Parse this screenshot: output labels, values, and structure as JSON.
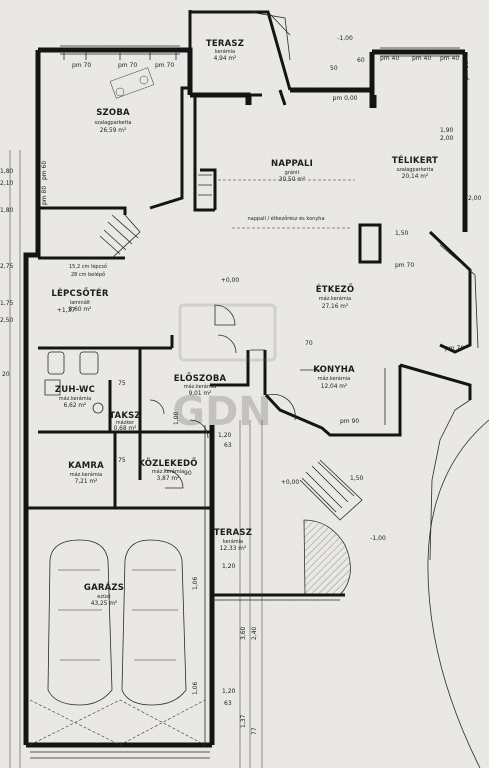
{
  "rooms": {
    "szoba": {
      "name": "SZOBA",
      "floor": "szalagparketta",
      "area": "26,59 m²"
    },
    "terasz_top": {
      "name": "TERASZ",
      "floor": "kerámia",
      "area": "4,94 m²"
    },
    "nappali": {
      "name": "NAPPALI",
      "floor": "gránit",
      "area": "30,50 m²"
    },
    "telikert": {
      "name": "TÉLIKERT",
      "floor": "szalagparketta",
      "area": "20,14 m²"
    },
    "lepcsoter": {
      "name": "LÉPCSŐTÉR",
      "floor": "laminált",
      "area": "8,60 m²"
    },
    "etkezo": {
      "name": "ÉTKEZŐ",
      "floor": "máz.kerámia",
      "area": "27,16 m²"
    },
    "zuh_wc": {
      "name": "ZUH-WC",
      "floor": "máz.kerámia",
      "area": "6,62 m²"
    },
    "eloszoba": {
      "name": "ELŐSZOBA",
      "floor": "máz.kerámia",
      "area": "9,01 m²"
    },
    "konyha": {
      "name": "KONYHA",
      "floor": "máz.kerámia",
      "area": "12,04 m²"
    },
    "taksz": {
      "name": "TAKSZ",
      "floor": "mázker",
      "area": "0,68 m²"
    },
    "kamra": {
      "name": "KAMRA",
      "floor": "máz.kerámia",
      "area": "7,21 m²"
    },
    "kozlekedo": {
      "name": "KÖZLEKEDŐ",
      "floor": "máz.kerámia",
      "area": "3,87 m²"
    },
    "terasz_mid": {
      "name": "TERASZ",
      "floor": "kerámia",
      "area": "12,33 m²"
    },
    "garazs": {
      "name": "GARÁZS",
      "floor": "ezüst",
      "area": "43,25 m²"
    }
  },
  "notes": {
    "open_plan": "nappali / étkezőrész és konyha",
    "stair_steps": "15,2 cm lépcső",
    "stair_run": "28 cm belépő",
    "level_main": "+0,00",
    "level_terrace": "+0,00",
    "level_garden": "-1,00",
    "level_top": "-1,00",
    "level_stair": "+1,37",
    "level_pm0": "pm 0,00"
  },
  "dims": {
    "pm70": "pm 70",
    "pm90": "pm 90",
    "pm40": "pm 40",
    "pm60": "pm 60",
    "pm80": "pm 80",
    "pm30": "pm 30",
    "d_120": "1,20",
    "d_150": "1,50",
    "d_190": "1,90",
    "d_200": "2,00",
    "d_210": "2,10",
    "d_180": "1,80",
    "d_100": "1,00",
    "d_75": "75",
    "d_90": "90",
    "d_63": "63",
    "d_360": "3,60",
    "d_240": "2,40",
    "d_137": "1,37",
    "d_77": "77",
    "d_50": "50",
    "d_20": "20",
    "d_175": "1,75",
    "d_275": "2,75",
    "d_250": "2,50",
    "d_106": "1,06",
    "d_60": "60",
    "d_70": "70"
  },
  "watermark": "GDN"
}
